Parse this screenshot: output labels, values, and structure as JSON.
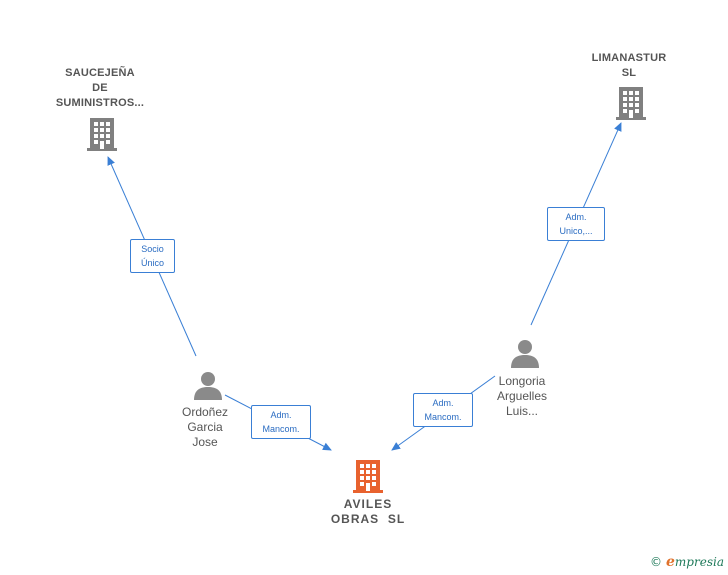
{
  "nodes": {
    "saucejena": {
      "label": [
        "SAUCEJEÑA",
        "DE",
        "SUMINISTROS..."
      ],
      "type": "company"
    },
    "limanastur": {
      "label": [
        "LIMANASTUR",
        "SL"
      ],
      "type": "company"
    },
    "ordonez": {
      "label": [
        "Ordoñez",
        "Garcia",
        "Jose"
      ],
      "type": "person"
    },
    "longoria": {
      "label": [
        "Longoria",
        "Arguelles",
        "Luis..."
      ],
      "type": "person"
    },
    "aviles": {
      "label": [
        "AVILES",
        "OBRAS  SL"
      ],
      "type": "main-company"
    }
  },
  "edges": {
    "ordonez_saucejena": [
      "Socio",
      "Único"
    ],
    "longoria_limanastur": [
      "Adm.",
      "Unico,..."
    ],
    "ordonez_aviles": [
      "Adm.",
      "Mancom."
    ],
    "longoria_aviles": [
      "Adm.",
      "Mancom."
    ]
  },
  "colors": {
    "company_icon": "#808080",
    "main_icon": "#e8622e",
    "person_icon": "#8a8a8a",
    "edge": "#3a7fd5"
  },
  "brand": {
    "copyright": "©",
    "initial": "e",
    "name": "mpresia"
  }
}
